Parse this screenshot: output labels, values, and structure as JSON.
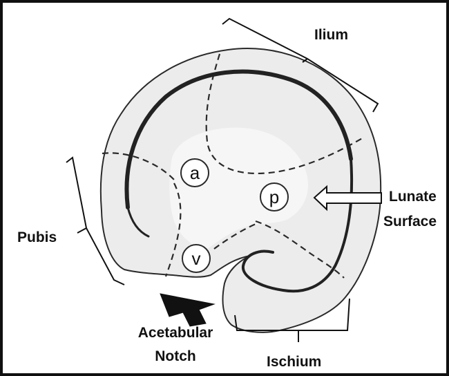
{
  "labels": {
    "ilium": "Ilium",
    "pubis": "Pubis",
    "ischium": "Ischium",
    "lunate_line1": "Lunate",
    "lunate_line2": "Surface",
    "notch_line1": "Acetabular",
    "notch_line2": "Notch"
  },
  "markers": {
    "a": "a",
    "p": "p",
    "v": "v"
  },
  "colors": {
    "bone_fill": "#ececec",
    "outline": "#2a2a2a",
    "frame": "#111111"
  }
}
